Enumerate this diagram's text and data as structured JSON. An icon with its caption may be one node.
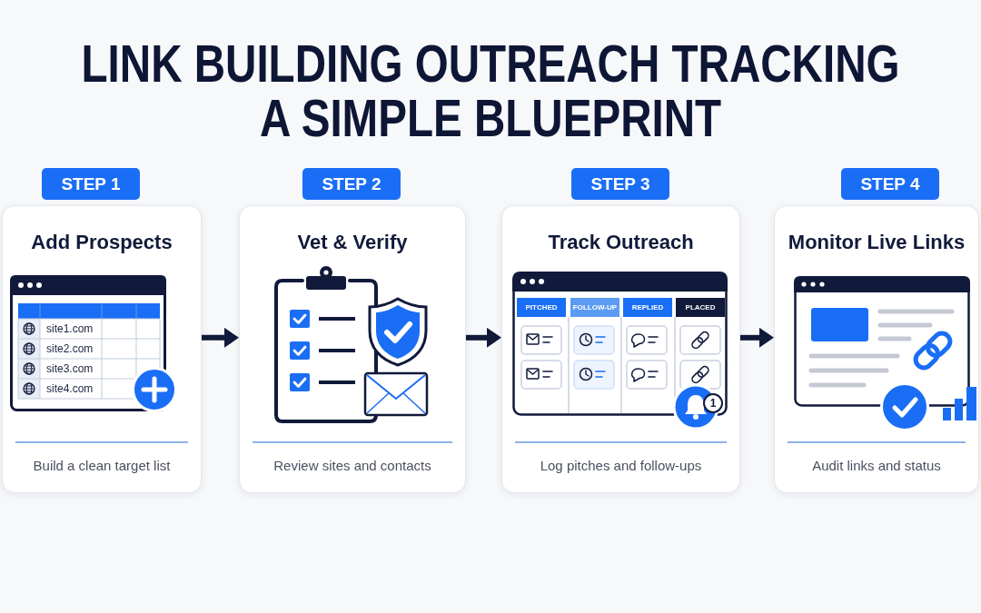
{
  "diagram": {
    "title": "LINK BUILDING OUTREACH TRACKING A SIMPLE BLUEPRINT",
    "nodes": [
      {
        "text": [
          "STEP 1",
          "Add Prospects",
          "Build a clean target list"
        ]
      },
      {
        "text": [
          "STEP 2",
          "Vet & Verify",
          "Review sites and contacts"
        ]
      },
      {
        "text": [
          "STEP 3",
          "Track Outreach",
          "Log pitches and follow-ups"
        ]
      },
      {
        "text": [
          "STEP 4",
          "Monitor Live Links",
          "Audit links and status"
        ]
      }
    ],
    "edges": [
      {
        "from": 0,
        "to": 1,
        "arrow": "to"
      },
      {
        "from": 1,
        "to": 2,
        "arrow": "to"
      },
      {
        "from": 2,
        "to": 3,
        "arrow": "to"
      }
    ],
    "labels": [
      "site1.com",
      "site2.com",
      "site3.com",
      "site4.com",
      "PITCHED",
      "FOLLOW-UP",
      "REPLIED",
      "PLACED",
      "1"
    ]
  }
}
